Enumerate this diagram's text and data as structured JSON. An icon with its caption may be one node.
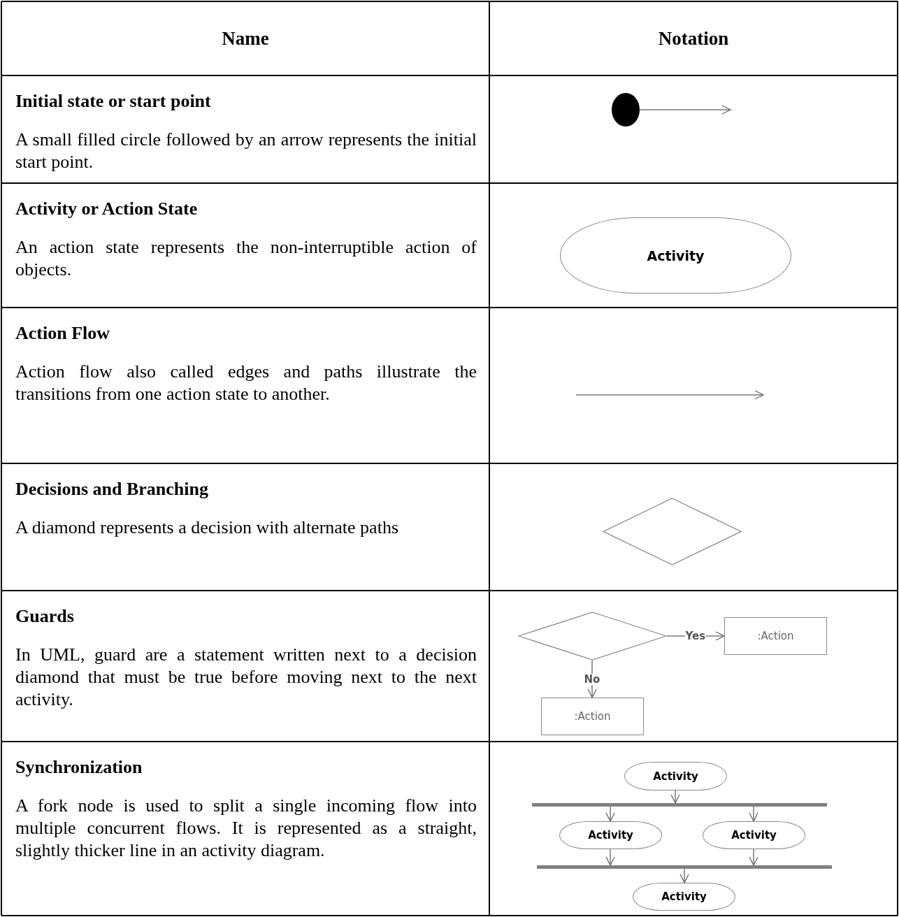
{
  "diagram": {
    "nodes": [
      {
        "text": [],
        "shape": "circle"
      },
      {
        "text": [
          "Activity"
        ]
      },
      {
        "text": [],
        "shape": "diamond"
      },
      {
        "text": [],
        "shape": "diamond"
      },
      {
        "text": [
          ":Action"
        ]
      },
      {
        "text": [
          ":Action"
        ]
      },
      {
        "text": [
          "Activity"
        ]
      },
      {
        "text": [],
        "shape": "bar"
      },
      {
        "text": [
          "Activity"
        ]
      },
      {
        "text": [
          "Activity"
        ]
      },
      {
        "text": [],
        "shape": "bar"
      },
      {
        "text": [
          "Activity"
        ]
      }
    ],
    "edges": [
      {
        "from": 0,
        "to": null,
        "arrow": "to"
      },
      {
        "from": 3,
        "to": 4,
        "arrow": "to",
        "label": "Yes"
      },
      {
        "from": 3,
        "to": 5,
        "arrow": "to",
        "label": "No"
      },
      {
        "from": 6,
        "to": 7,
        "arrow": "to"
      },
      {
        "from": 7,
        "to": 8,
        "arrow": "to"
      },
      {
        "from": 7,
        "to": 9,
        "arrow": "to"
      },
      {
        "from": 8,
        "to": 10,
        "arrow": "to"
      },
      {
        "from": 9,
        "to": 10,
        "arrow": "to"
      },
      {
        "from": 10,
        "to": 11,
        "arrow": "to"
      }
    ],
    "labels": [
      "Name",
      "Notation",
      "Initial state or start point",
      "A small filled circle followed by an arrow represents the initial start point.",
      "Activity or Action State",
      "An action state represents the non-interruptible action of objects.",
      "Action Flow",
      "Action flow also called edges and paths illustrate the transitions from one action state to another.",
      "Decisions and Branching",
      "A diamond represents a decision with alternate paths",
      "Guards",
      "In UML, guard are a statement written next to a decision diamond that must be true before moving next to the next activity.",
      "Synchronization",
      "A fork node is used to split a single incoming flow into multiple concurrent flows. It is represented as a straight, slightly thicker line in an activity diagram."
    ]
  }
}
